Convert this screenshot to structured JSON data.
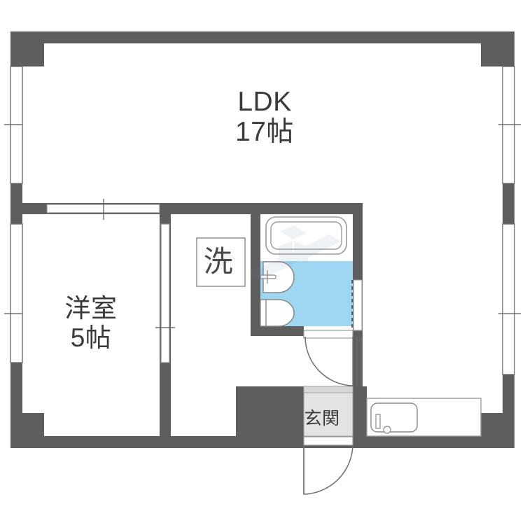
{
  "plan": {
    "title": "1LDK floor plan",
    "rooms": [
      {
        "id": "ldk",
        "name": "LDK",
        "size": "17帖",
        "label_line1": "LDK",
        "label_line2": "17帖"
      },
      {
        "id": "washitsu",
        "name": "洋室",
        "size": "5帖",
        "label_line1": "洋室",
        "label_line2": "5帖"
      },
      {
        "id": "wash",
        "name": "洗面脱衣室",
        "label_line1": "洗"
      },
      {
        "id": "genkan",
        "name": "玄関",
        "label_line1": "玄関"
      }
    ],
    "fixtures": [
      {
        "id": "bathtub",
        "name": "bathtub"
      },
      {
        "id": "washbasin",
        "name": "washbasin"
      },
      {
        "id": "toilet",
        "name": "toilet"
      },
      {
        "id": "kitchen-counter",
        "name": "kitchen-sink-counter"
      },
      {
        "id": "washing-machine",
        "name": "washing-machine-space"
      }
    ],
    "doors": [
      {
        "id": "entry-door",
        "name": "entrance-swing-door"
      },
      {
        "id": "bath-door",
        "name": "bathroom-swing-door"
      },
      {
        "id": "sliding-door-bedroom",
        "name": "bedroom-sliding-door"
      }
    ],
    "windows": [
      {
        "id": "win-left-upper",
        "name": "ldk-left-window"
      },
      {
        "id": "win-left-lower",
        "name": "bedroom-left-window"
      },
      {
        "id": "win-right-upper",
        "name": "ldk-right-window"
      },
      {
        "id": "win-right-lower",
        "name": "ldk-right-lower-window"
      },
      {
        "id": "win-bedroom-top",
        "name": "bedroom-top-window"
      }
    ],
    "colors": {
      "wall": "#5e5e5e",
      "water_fill": "#9fd6f2",
      "genkan_fill": "#e3e3e3",
      "text": "#3a3a3a",
      "thin_line": "#8a8a8a",
      "white": "#ffffff"
    },
    "watermark": {
      "text": ""
    }
  }
}
